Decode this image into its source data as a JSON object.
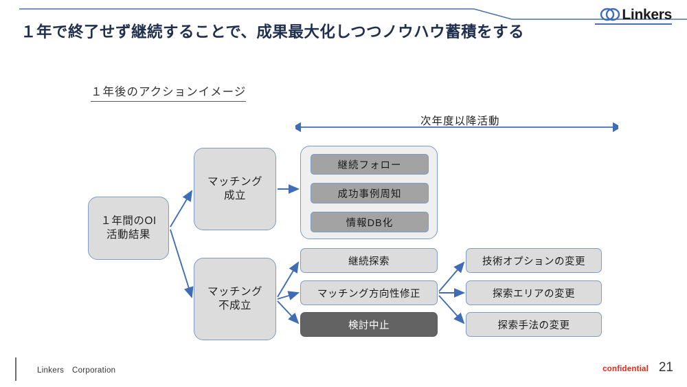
{
  "header": {
    "title": "１年で終了せず継続することで、成果最大化しつつノウハウ蓄積をする",
    "logo_text": "Linkers",
    "logo_mark": "two-overlapping-circles"
  },
  "content": {
    "sub_heading": "１年後のアクションイメージ",
    "timeline_label": "次年度以降活動"
  },
  "diagram": {
    "start_node": "１年間のOI\n活動結果",
    "start_node_line1": "１年間のOI",
    "start_node_line2": "活動結果",
    "branch_success_line1": "マッチング",
    "branch_success_line2": "成立",
    "branch_fail_line1": "マッチング",
    "branch_fail_line2": "不成立",
    "success_actions": [
      "継続フォロー",
      "成功事例周知",
      "情報DB化"
    ],
    "fail_actions": [
      "継続探索",
      "マッチング方向性修正",
      "検討中止"
    ],
    "revision_options": [
      "技術オプションの変更",
      "探索エリアの変更",
      "探索手法の変更"
    ]
  },
  "footer": {
    "company": "Linkers　Corporation",
    "confidential": "confidential",
    "page_number": "21"
  },
  "colors": {
    "title": "#1f2f4d",
    "accent_blue": "#4a6fa8",
    "arrow_blue": "#3f6cb4",
    "box_fill": "#dcdcdc",
    "box_border": "#7d9bc6",
    "panel_item_fill": "#a3a3a3",
    "stop_fill": "#636363",
    "confidential": "#e8271a"
  }
}
